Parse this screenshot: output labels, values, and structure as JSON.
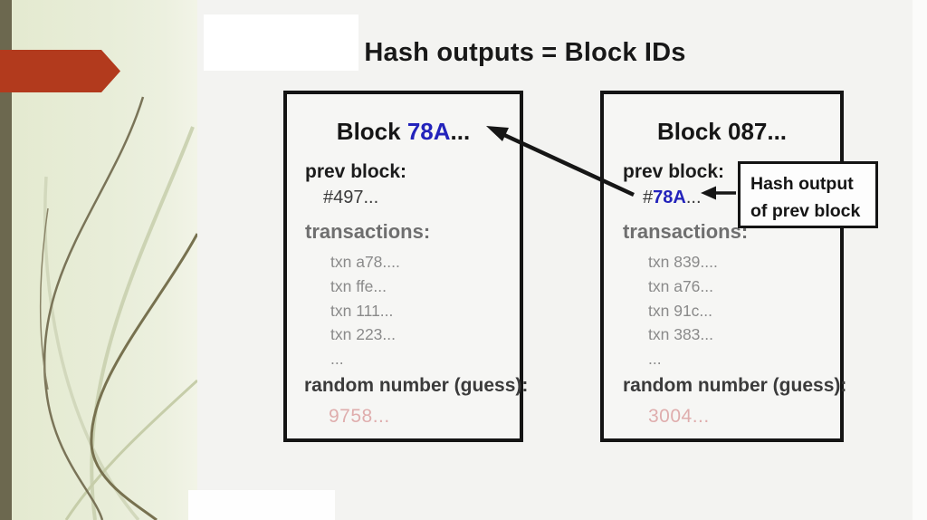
{
  "slide": {
    "title": "Hash outputs = Block IDs",
    "callout_text": "Hash output of prev block",
    "blocks": [
      {
        "title_parts": {
          "prefix": "Block ",
          "id": "78A",
          "suffix": "..."
        },
        "prev_label": "prev block:",
        "prev_value": "#497...",
        "tx_label": "transactions:",
        "transactions": [
          "txn a78....",
          "txn ffe...",
          "txn 111...",
          "txn 223...",
          "..."
        ],
        "random_label": "random number (guess):",
        "random_value": "9758..."
      },
      {
        "title": "Block 087...",
        "prev_label": "prev block:",
        "prev_parts": {
          "hash": "#",
          "id": "78A",
          "suffix": "..."
        },
        "tx_label": "transactions:",
        "transactions": [
          "txn 839....",
          "txn a76...",
          "txn 91c...",
          "txn 383...",
          "..."
        ],
        "random_label": "random number (guess):",
        "random_value": "3004..."
      }
    ],
    "colors": {
      "block_id_blue": "#2323bb",
      "guess_pink": "#dfadad",
      "arrow_red": "#b23a1d",
      "sidebar_green": "#e8edd8",
      "edge_olive": "#6c684f"
    }
  }
}
